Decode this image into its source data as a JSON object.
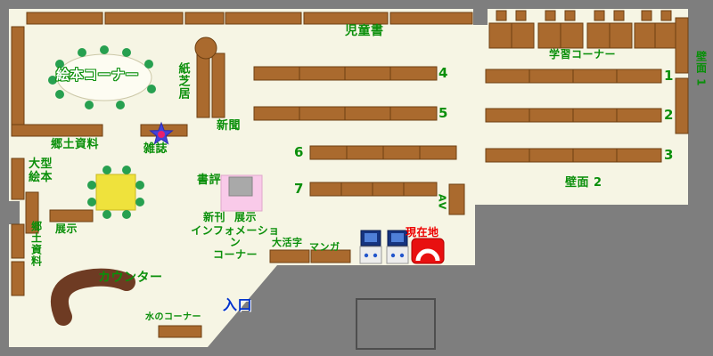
{
  "title": "library-floor-map",
  "labels": {
    "children_books": "児童書",
    "study_corner": "学習コーナー",
    "wall_1": "壁面 1",
    "picture_book_corner": "絵本コーナー",
    "kamishibai": "紙芝居",
    "newspaper": "新聞",
    "local_materials_upper": "郷土資料",
    "magazines": "雑誌",
    "large_picture_books": "大型\n絵本",
    "wall_2": "壁面 2",
    "book_review": "書評",
    "exhibit_upper": "展示",
    "new_arrivals": "新刊",
    "display_center": "展示",
    "information_corner": "インフォメーション\nコーナー",
    "large_print": "大活字",
    "manga": "マンガ",
    "current_location": "現在地",
    "counter": "カウンター",
    "water_corner": "水のコーナー",
    "entrance": "入口",
    "av": "AV",
    "local_materials_lower": "郷土資料",
    "shelf_numbers": {
      "s1": "1",
      "s2": "2",
      "s3": "3",
      "s4": "4",
      "s5": "5",
      "s6": "6",
      "s7": "7"
    }
  },
  "colors": {
    "wall": "#7E7E7E",
    "floor": "#F6F5E4",
    "shelf": "#AA6A2E",
    "shelf_border": "#6E4012",
    "label_green": "#0A8F0A",
    "entrance_blue": "#0033CC",
    "current_location_red": "#EE0000",
    "counter_brown": "#6E3B23",
    "table_yellow": "#EFE23C",
    "display_pink": "#F9CAE9",
    "chair_green": "#27A050",
    "star_blue": "#4343D8",
    "star_center": "#E8206C",
    "terminal_blue": "#16337F"
  }
}
